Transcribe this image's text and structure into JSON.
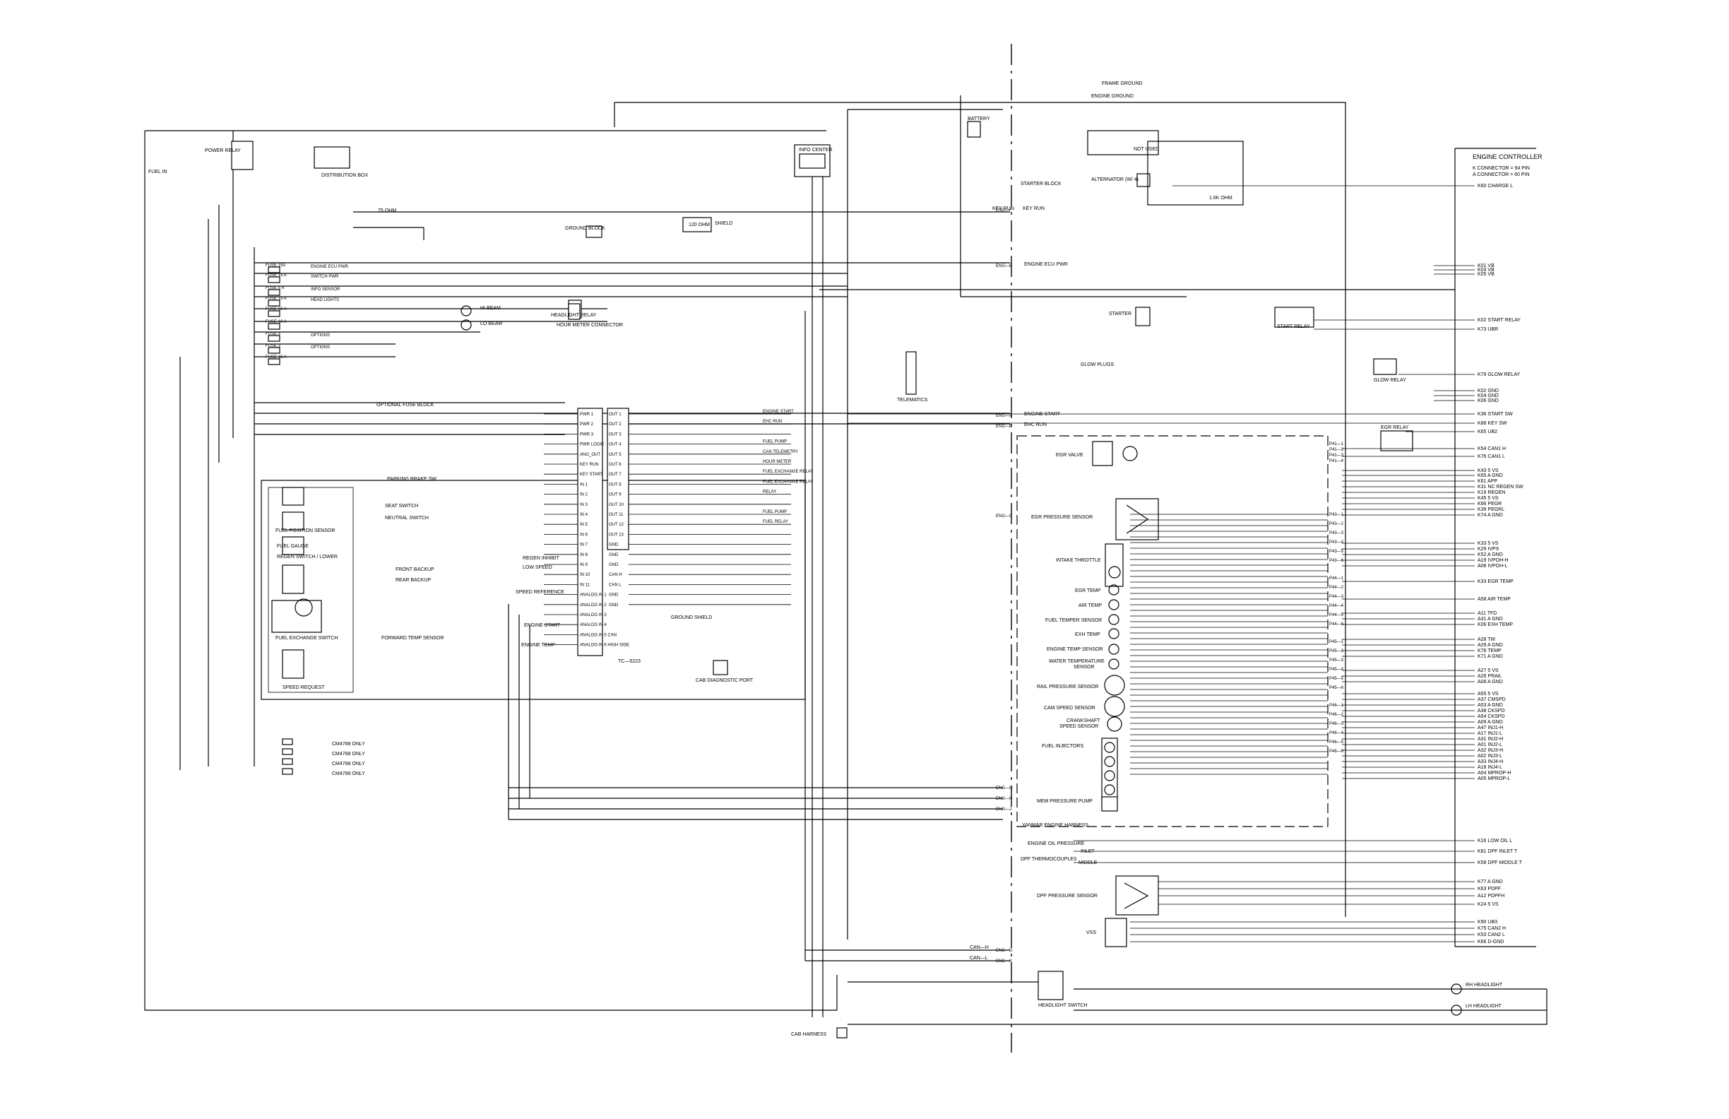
{
  "controller": {
    "title": "ENGINE CONTROLLER",
    "sub1": "K CONNECTOR = 94 PIN",
    "sub2": "A CONNECTOR = 60 PIN",
    "pins": [
      "K60 CHARGE L",
      "K01 VB",
      "K03 VB",
      "K05 VB",
      "K02 START RELAY",
      "K73 UBR",
      "K79 GLOW RELAY",
      "K02 GND",
      "K04 GND",
      "K06 GND",
      "K36 START SW",
      "K88 KEY SW",
      "K65 UB2",
      "K54 CAN1 H",
      "K76 CAN1 L",
      "K43 5 VS",
      "K65 A GND",
      "K61 APP",
      "K31 NC REGEN SW",
      "K19 REGEN",
      "K45 5 VS",
      "K66 PEGR",
      "K39 PEGRL",
      "K74 A GND",
      "K33 5 VS",
      "K29 IVPS",
      "K52 A GND",
      "A19 IVPOH-H",
      "A08 IVPOH-L",
      "K33 EGR TEMP",
      "A58 AIR TEMP",
      "A11 TFD",
      "A31 A GND",
      "K06 EXH TEMP",
      "A28 TW",
      "A29 A GND",
      "K76 TEMP",
      "K71 A GND",
      "A27 5 VS",
      "A26 PRAIL",
      "A08 A GND",
      "A55 5 VS",
      "A37 CMSPD",
      "A53 A GND",
      "A38 CKSPD",
      "A54 CKSPD",
      "A09 A GND",
      "A47 INJ1-H",
      "A17 INJ1-L",
      "A31 INJ2-H",
      "A01 INJ2-L",
      "A32 INJ3-H",
      "A02 INJ3-L",
      "A33 INJ4-H",
      "A18 INJ4-L",
      "A04 MPROP-H",
      "A05 MPROP-L",
      "K16 LOW OIL L",
      "K81 DPF INLET T",
      "K58 DPF MIDDLE T",
      "K77 A GND",
      "K63 PDPF",
      "A12 PDPFH",
      "K24 5 VS",
      "K90 UB3",
      "K75 CAN2 H",
      "K53 CAN2 L",
      "K66 D-GND"
    ]
  },
  "left_fuses": [
    "FUSE 15A",
    "FUSE 15 A",
    "FUSE 5 A",
    "FUSE 15 A",
    "FUSE 15 A",
    "FUSE 10 A",
    "FUSE 5",
    "FUSE 3",
    "FUSE 15 A"
  ],
  "left_circuits": [
    "ENGINE ECU PWR",
    "SWITCH PWR",
    "INFO SENSOR",
    "HEAD LIGHTS",
    "",
    "",
    "OPTIONS",
    "OPTIONS"
  ],
  "labels": {
    "fuse_block": "OPTIONAL FUSE BLOCK",
    "info_center": "INFO CENTER",
    "ground_block": "GROUND BLOCK",
    "ohm75": "75 OHM",
    "ohm120": "120 OHM",
    "key_run_in": "KEY RUN",
    "key_run": "KEY RUN",
    "engine_ecu_pwr": "ENGINE ECU PWR",
    "engine_start": "ENGINE START",
    "ehc_run": "EHC RUN",
    "frame_ground": "FRAME GROUND",
    "engine_ground": "ENGINE GROUND",
    "shield": "SHIELD",
    "battery": "BATTERY",
    "starter_block": "STARTER BLOCK",
    "not_used": "NOT USED",
    "alternator": "ALTERNATOR (W/ 4)",
    "ohm_1k": "1.6K OHM",
    "starter": "STARTER",
    "start_relay": "START RELAY",
    "glow_plugs": "GLOW PLUGS",
    "glow_relay": "GLOW RELAY",
    "egr_relay": "EGR RELAY",
    "egr_valve": "EGR VALVE",
    "egr_pressure_sensor": "EGR PRESSURE SENSOR",
    "intake_throttle": "INTAKE THROTTLE",
    "egr_temp": "EGR TEMP",
    "air_temp": "AIR TEMP",
    "fuel_temp_sensor": "FUEL TEMPER SENSOR",
    "exh_temp": "EXH TEMP",
    "engine_temp_sensor": "ENGINE TEMP SENSOR",
    "water_temp_sensor_1": "WATER TEMPERATURE",
    "water_temp_sensor_2": "SENSOR",
    "rail_pressure_sensor": "RAIL PRESSURE SENSOR",
    "cam_speed_sensor": "CAM SPEED SENSOR",
    "crankshaft_1": "CRANKSHAFT",
    "crankshaft_2": "SPEED SENSOR",
    "fuel_injectors": "FUEL INJECTORS",
    "mem_pressure_pump": "MEM PRESSURE PUMP",
    "yanmar_harness": "YANMAR ENGINE HARNESS",
    "engine_oil_pressure": "ENGINE OIL PRESSURE",
    "dpf_thermocouples": "DPF THERMOCOUPLES",
    "inlet": "INLET",
    "middle": "MIDDLE",
    "dpf_pressure_sensor": "DPF PRESSURE SENSOR",
    "vss": "VSS",
    "can_h": "CAN—H",
    "can_l": "CAN—L",
    "headlight_switch": "HEADLIGHT SWITCH",
    "rh_headlight": "RH HEADLIGHT",
    "lh_headlight": "LH HEADLIGHT",
    "cab_harness": "CAB HARNESS",
    "cab_diagnostic_port": "CAB DIAGNOSTIC PORT",
    "hour_meter_connector": "HOUR METER CONNECTOR",
    "telematics": "TELEMATICS",
    "module_id": "TC—5223",
    "fuel_position_sensor": "FUEL POSITION SENSOR",
    "regen_switch": "REGEN SWITCH / LOWER",
    "fuel_gauge": "FUEL GAUGE",
    "fuel_exchange_switch": "FUEL EXCHANGE SWITCH",
    "speed_request": "SPEED REQUEST",
    "front_backup": "FRONT BACKUP",
    "rear_backup": "REAR BACKUP",
    "forward_temp_sensor": "FORWARD TEMP SENSOR",
    "seat_switch": "SEAT SWITCH",
    "neutral_switch": "NEUTRAL SWITCH",
    "parking_brake": "PARKING BRAKE SW",
    "regen_inhibit": "REGEN INHIBIT",
    "low_speed": "LOW SPEED",
    "speed_reference": "SPEED REFERENCE",
    "engine_temp": "ENGINE TEMP",
    "engine_start_in": "ENGINE START",
    "key_run_out": "KEY RUN",
    "ground_shield": "GROUND SHIELD",
    "cm_only": "CM4788 ONLY",
    "dist_box": "DISTRIBUTION BOX",
    "power_relay": "POWER RELAY",
    "hi_beam": "HI BEAM",
    "lo_beam": "LO BEAM",
    "fuse_15a": "FUSE 15 A",
    "fuel_in": "FUEL IN",
    "headlight_relay": "HEADLIGHT RELAY"
  },
  "module_inputs": [
    "PWR 1",
    "PWR 2",
    "PWR 3",
    "PWR LOGIC",
    "ANG_OUT",
    "KEY RUN",
    "KEY START",
    "IN 1",
    "IN 2",
    "IN 3",
    "IN 4",
    "IN 5",
    "IN 6",
    "IN 7",
    "IN 8",
    "IN 9",
    "IN 10",
    "IN 11",
    "ANALOG IN 1",
    "ANALOG IN 2",
    "ANALOG IN 3",
    "ANALOG IN 4",
    "ANALOG IN 5 CAN",
    "ANALOG IN 6 HIGH SIDE"
  ],
  "module_outputs": [
    "OUT 1",
    "OUT 2",
    "OUT 3",
    "OUT 4",
    "OUT 5",
    "OUT 6",
    "OUT 7",
    "OUT 8",
    "OUT 9",
    "OUT 10",
    "OUT 11",
    "OUT 12",
    "OUT 13",
    "GND",
    "GND",
    "GND",
    "CAN H",
    "CAN L",
    "GND",
    "GND"
  ],
  "module_out_labels": [
    "ENGINE START",
    "EHC RUN",
    "",
    "FUEL PUMP",
    "CAN TELEMETRY",
    "HOUR METER",
    "FUEL EXCHANGE RELAY",
    "FUEL EXCHANGE RELAY",
    "RELAY",
    "",
    "FUEL PUMP",
    "FUEL RELAY",
    "",
    "",
    "",
    "",
    "",
    "",
    ""
  ],
  "egr_pins": [
    "P41—1",
    "P41—2",
    "P41—3",
    "P41—4"
  ],
  "conn_cols": [
    "P43",
    "P44",
    "P45",
    "P46"
  ],
  "eng_pins": [
    "ENG—F",
    "ENG—E",
    "ENG—A",
    "ENG—B",
    "ENG—C",
    "ENG—G",
    "ENG—H",
    "ENG—J",
    "ENG—D",
    "ENG—K"
  ],
  "colors": {
    "ink": "#000000",
    "paper": "#ffffff"
  }
}
